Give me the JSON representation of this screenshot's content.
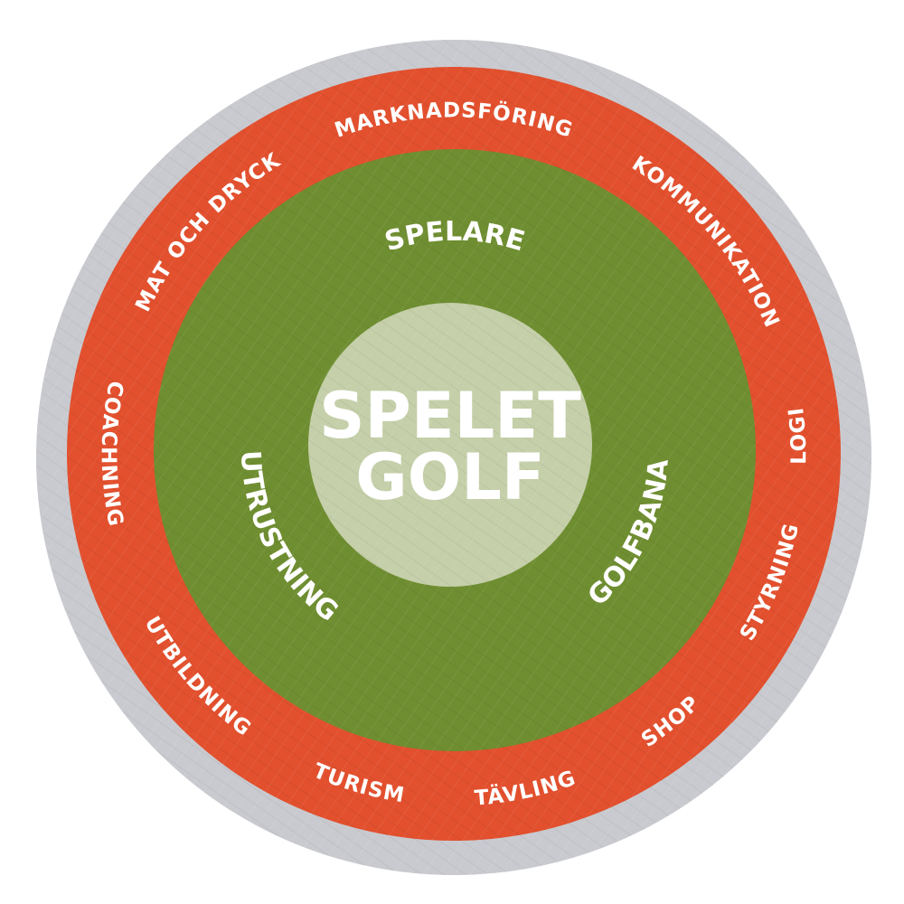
{
  "colors": {
    "outer_ring": "#c9cacf",
    "service_ring": "#e2502e",
    "core_ring": "#6f8e31",
    "center": "#c5cfa9",
    "text": "#ffffff"
  },
  "center": {
    "line1": "SPELET",
    "line2": "GOLF"
  },
  "core_labels": [
    "SPELARE",
    "UTRUSTNING",
    "GOLFBANA"
  ],
  "service_labels": [
    "MARKNADSFÖRING",
    "KOMMUNIKATION",
    "LOGI",
    "STYRNING",
    "SHOP",
    "TÄVLING",
    "TURISM",
    "UTBILDNING",
    "COACHNING",
    "MAT OCH DRYCK"
  ]
}
